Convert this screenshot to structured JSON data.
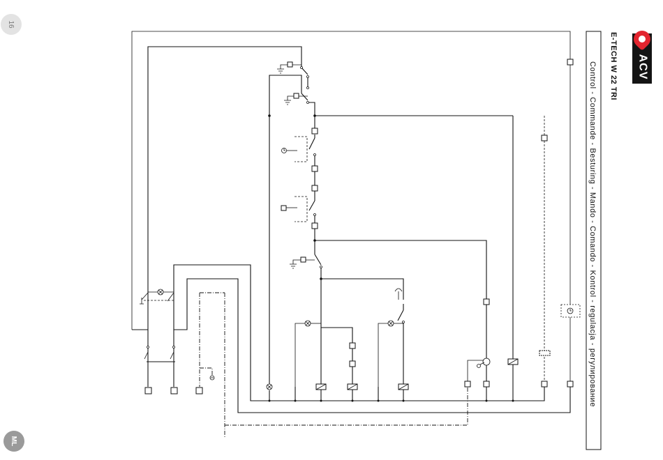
{
  "page": {
    "number": "16",
    "section_tab": "ML"
  },
  "brand": {
    "logo_text": "ACV",
    "logo_color": "#e3252f"
  },
  "title": {
    "model": "E-TECH W 22 TRI",
    "subtitle": "Control - Commande - Besturing - Mando - Comando - Kontrol - regulacja - регулирование"
  },
  "diagram": {
    "symbols": [
      "earth-ground-icon",
      "switch-contact-icon",
      "clock-timer-icon",
      "lamp-indicator-icon",
      "relay-coil-icon",
      "terminal-block-icon",
      "pressure-switch-icon",
      "pump-motor-icon"
    ]
  }
}
